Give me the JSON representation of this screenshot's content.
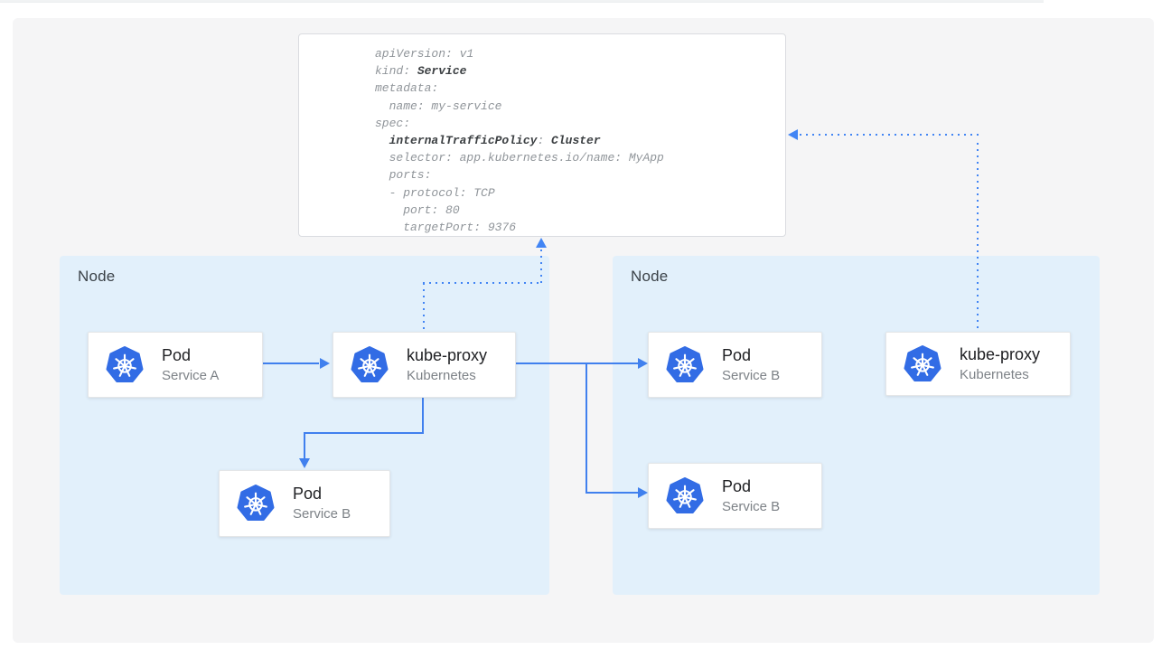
{
  "colors": {
    "kubernetes_blue": "#326ce5",
    "arrow_blue": "#4285f4",
    "node_fill": "#e2f0fb",
    "panel_fill": "#f5f5f6"
  },
  "yaml": {
    "lines": [
      [
        {
          "t": "apiVersion: v1",
          "b": false
        }
      ],
      [
        {
          "t": "kind: ",
          "b": false
        },
        {
          "t": "Service",
          "b": true
        }
      ],
      [
        {
          "t": "metadata:",
          "b": false
        }
      ],
      [
        {
          "t": "  name: my-service",
          "b": false
        }
      ],
      [
        {
          "t": "spec:",
          "b": false
        }
      ],
      [
        {
          "t": "  ",
          "b": false
        },
        {
          "t": "internalTrafficPolicy",
          "b": true
        },
        {
          "t": ": ",
          "b": false
        },
        {
          "t": "Cluster",
          "b": true
        }
      ],
      [
        {
          "t": "  selector: app.kubernetes.io/name: MyApp",
          "b": false
        }
      ],
      [
        {
          "t": "  ports:",
          "b": false
        }
      ],
      [
        {
          "t": "  - protocol: TCP",
          "b": false
        }
      ],
      [
        {
          "t": "    port: 80",
          "b": false
        }
      ],
      [
        {
          "t": "    targetPort: 9376",
          "b": false
        }
      ]
    ]
  },
  "nodes": [
    {
      "label": "Node"
    },
    {
      "label": "Node"
    }
  ],
  "cards": [
    {
      "title": "Pod",
      "subtitle": "Service A",
      "icon": "kubernetes-logo"
    },
    {
      "title": "kube-proxy",
      "subtitle": "Kubernetes",
      "icon": "kubernetes-logo"
    },
    {
      "title": "Pod",
      "subtitle": "Service B",
      "icon": "kubernetes-logo"
    },
    {
      "title": "Pod",
      "subtitle": "Service B",
      "icon": "kubernetes-logo"
    },
    {
      "title": "Pod",
      "subtitle": "Service B",
      "icon": "kubernetes-logo"
    },
    {
      "title": "kube-proxy",
      "subtitle": "Kubernetes",
      "icon": "kubernetes-logo"
    }
  ]
}
